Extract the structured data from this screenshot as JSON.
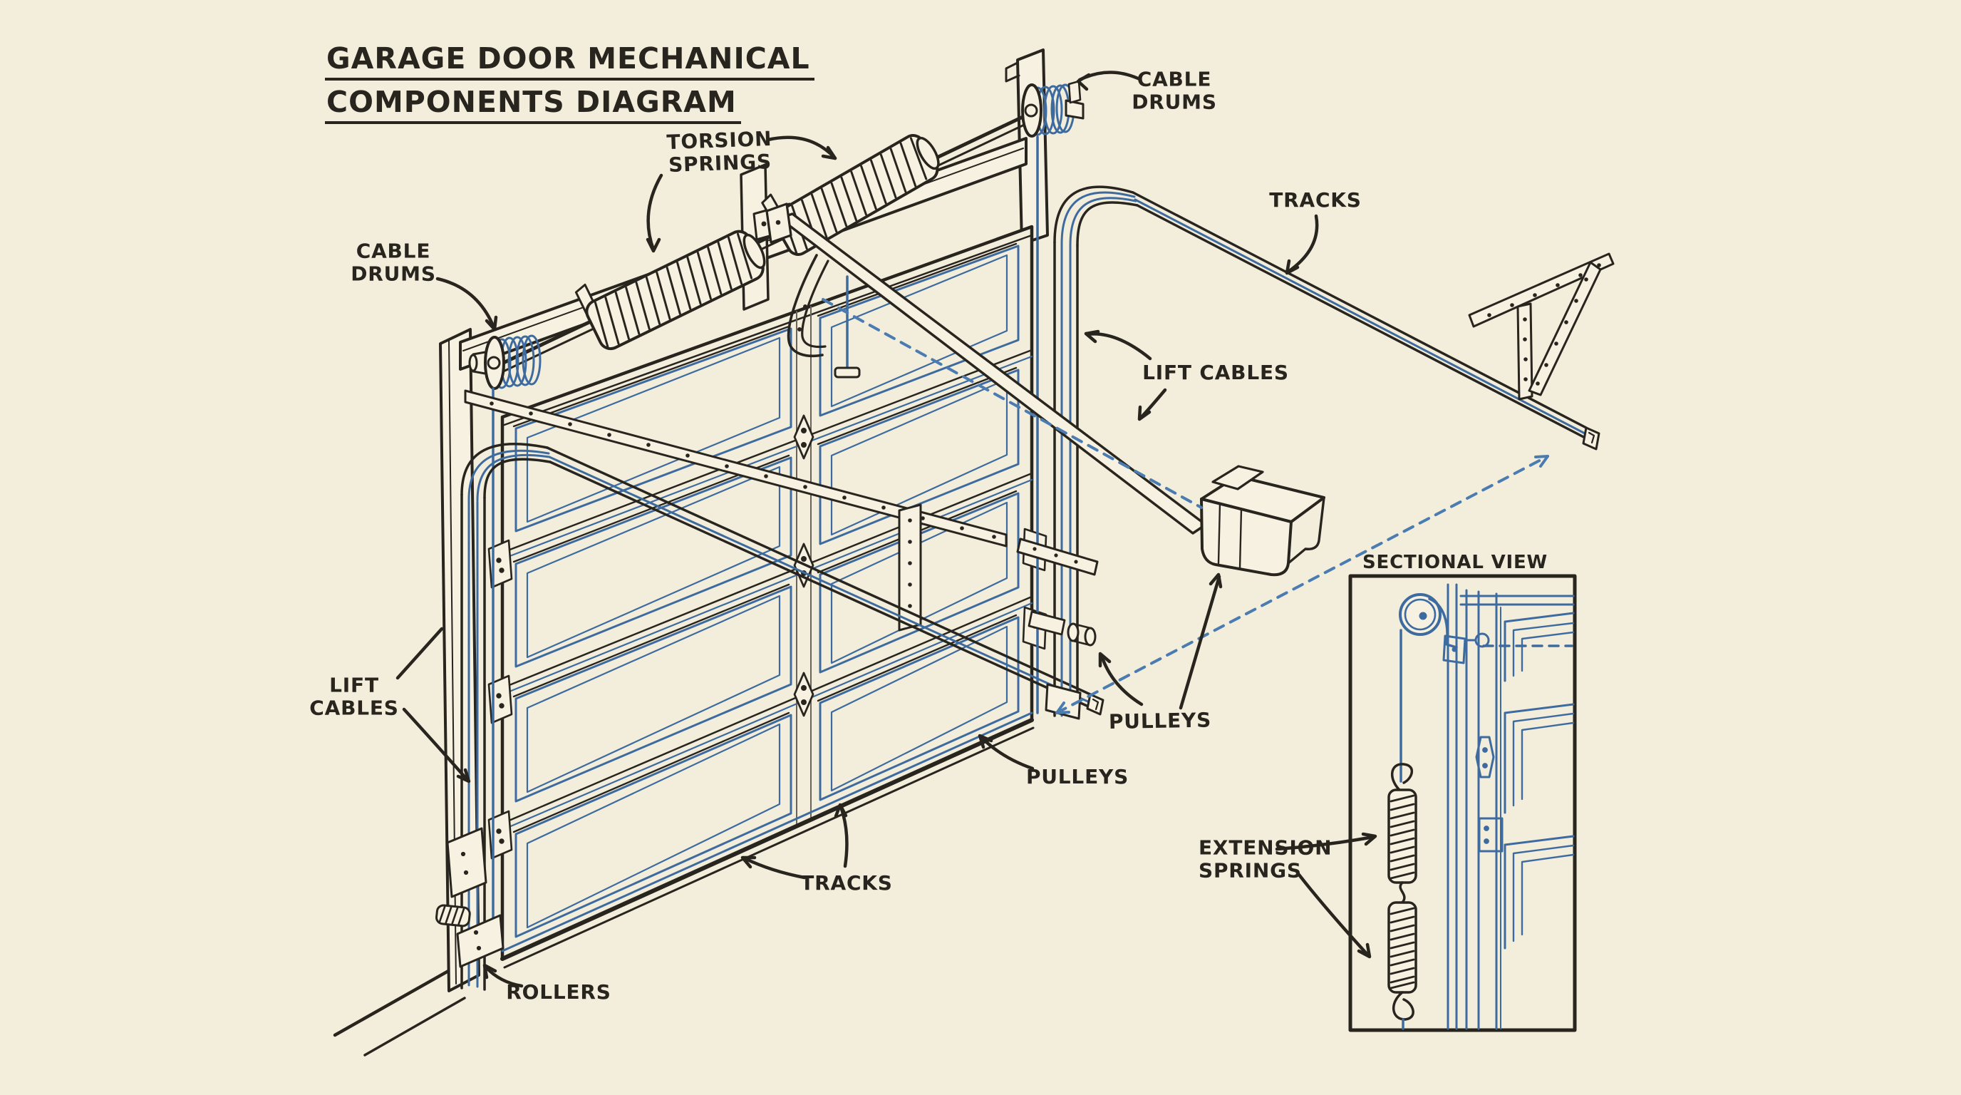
{
  "title": {
    "line1": "GARAGE DOOR MECHANICAL",
    "line2": "COMPONENTS DIAGRAM"
  },
  "labels": {
    "torsion_springs": "TORSION\nSPRINGS",
    "cable_drums_right": "CABLE\nDRUMS",
    "tracks_right": "TRACKS",
    "cable_drums_left": "CABLE\nDRUMS",
    "lift_cables_right": "LIFT CABLES",
    "lift_cables_left": "LIFT\nCABLES",
    "pulleys_upper": "PULLEYS",
    "pulleys_lower": "PULLEYS",
    "tracks_bottom": "TRACKS",
    "rollers": "ROLLERS",
    "extension_springs": "EXTENSION\nSPRINGS",
    "sectional_view": "SECTIONAL VIEW"
  },
  "palette": {
    "paper_background": "#f3eedc",
    "paper_fill": "#f6f1e1",
    "ink": "#28241e",
    "blue_ink": "#3e6b9f",
    "blue_dashed": "#4b7cb1"
  }
}
